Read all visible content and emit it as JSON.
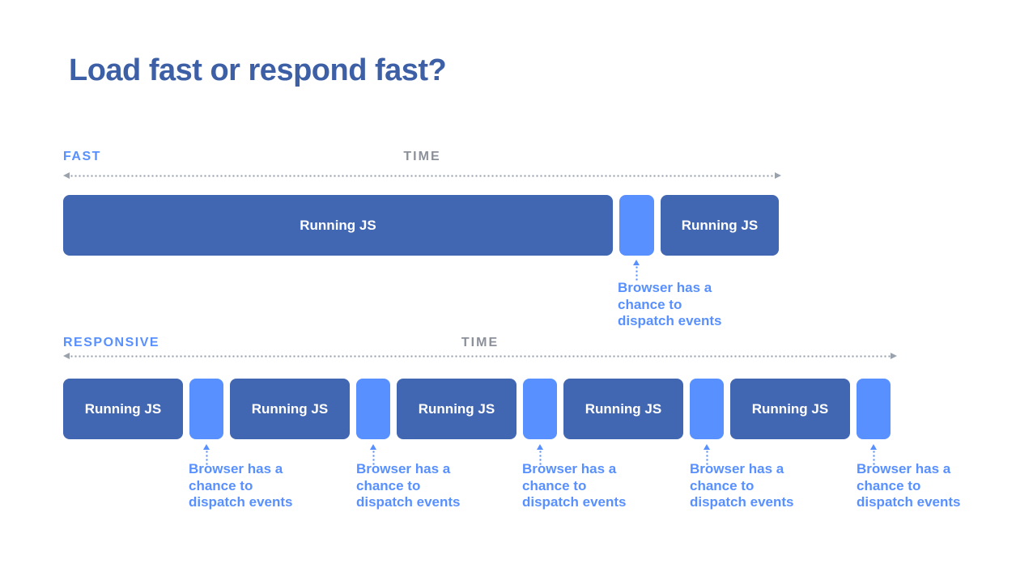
{
  "title": "Load fast or respond fast?",
  "colors": {
    "title_color": "#3d5fa6",
    "bar_dark": "#4267b2",
    "bar_light": "#5890ff",
    "annotation": "#5890ff",
    "time_color": "#8b909a",
    "dots": "#9aa2ae",
    "slide_bg": "#ffffff"
  },
  "fast_section": {
    "label": "FAST",
    "time_label": "TIME",
    "bars": [
      {
        "type": "running-js",
        "label": "Running JS"
      },
      {
        "type": "idle-gap"
      },
      {
        "type": "running-js",
        "label": "Running JS"
      }
    ],
    "annotations": [
      {
        "text": "Browser has a\nchance to\ndispatch events"
      }
    ]
  },
  "responsive_section": {
    "label": "RESPONSIVE",
    "time_label": "TIME",
    "bars": [
      {
        "type": "running-js",
        "label": "Running JS"
      },
      {
        "type": "idle-gap"
      },
      {
        "type": "running-js",
        "label": "Running JS"
      },
      {
        "type": "idle-gap"
      },
      {
        "type": "running-js",
        "label": "Running JS"
      },
      {
        "type": "idle-gap"
      },
      {
        "type": "running-js",
        "label": "Running JS"
      },
      {
        "type": "idle-gap"
      },
      {
        "type": "running-js",
        "label": "Running JS"
      },
      {
        "type": "idle-gap"
      }
    ],
    "annotations": [
      {
        "text": "Browser has a\nchance to\ndispatch events"
      },
      {
        "text": "Browser has a\nchance to\ndispatch events"
      },
      {
        "text": "Browser has a\nchance to\ndispatch events"
      },
      {
        "text": "Browser has a\nchance to\ndispatch events"
      },
      {
        "text": "Browser has a\nchance to\ndispatch events"
      }
    ]
  }
}
